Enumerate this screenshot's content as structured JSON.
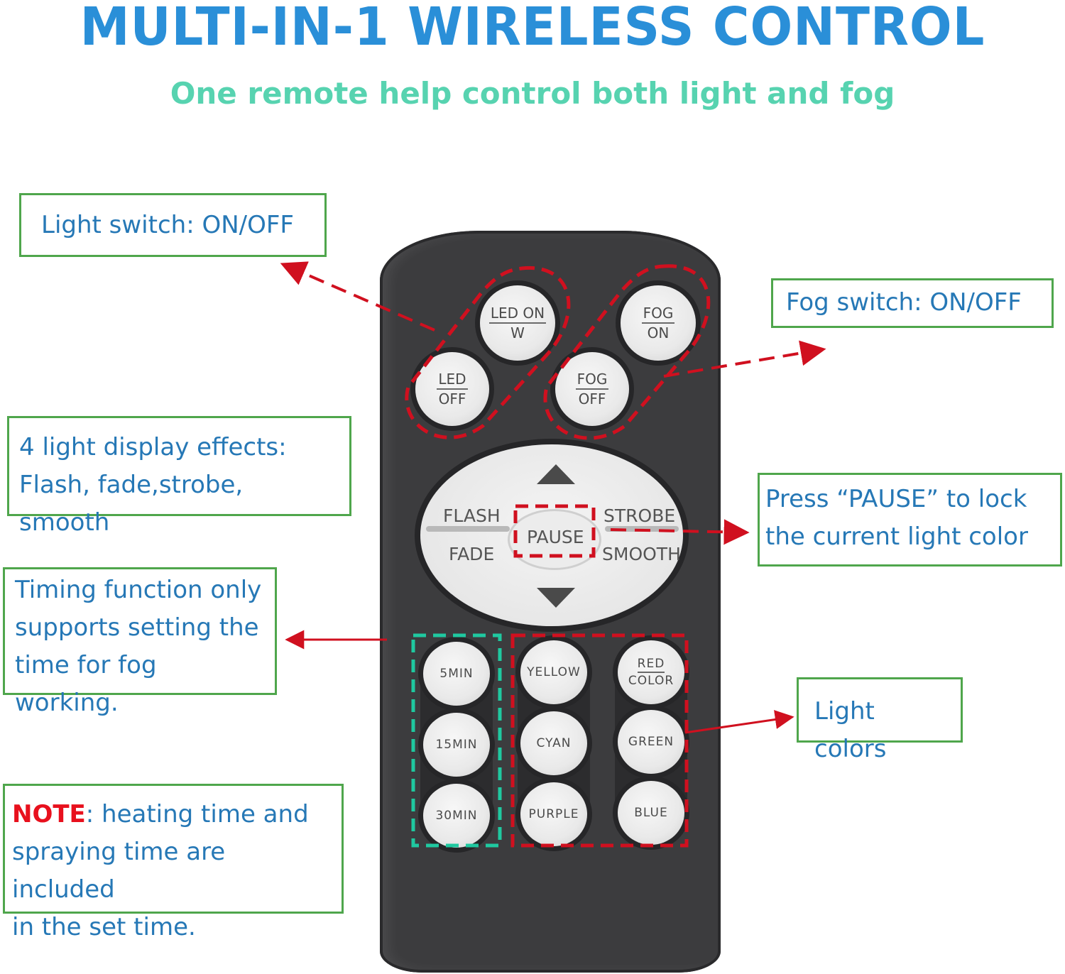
{
  "header": {
    "title": "MULTI-IN-1 WIRELESS CONTROL",
    "subtitle": "One remote help control both light and fog"
  },
  "callouts": {
    "light_switch": "Light switch: ON/OFF",
    "fog_switch": "Fog switch: ON/OFF",
    "effects_line1": "4 light display effects:",
    "effects_line2": "Flash, fade,strobe, smooth",
    "pause_line1": "Press “PAUSE” to lock",
    "pause_line2": "the current light color",
    "timing_line1": "Timing function only",
    "timing_line2": "supports setting the",
    "timing_line3": "time for fog working.",
    "light_colors": "Light colors",
    "note_label": "NOTE",
    "note_line1": ": heating time and",
    "note_line2": "spraying time are included",
    "note_line3": "in the set time."
  },
  "remote": {
    "led_on_top": "LED ON",
    "led_on_bottom": "W",
    "led_off_top": "LED",
    "led_off_bottom": "OFF",
    "fog_on_top": "FOG",
    "fog_on_bottom": "ON",
    "fog_off_top": "FOG",
    "fog_off_bottom": "OFF",
    "flash": "FLASH",
    "fade": "FADE",
    "pause": "PAUSE",
    "strobe": "STROBE",
    "smooth": "SMOOTH",
    "timer_5": "5MIN",
    "timer_15": "15MIN",
    "timer_30": "30MIN",
    "yellow": "YELLOW",
    "cyan": "CYAN",
    "purple": "PURPLE",
    "red_top": "RED",
    "red_bottom": "COLOR",
    "green": "GREEN",
    "blue": "BLUE"
  },
  "colors": {
    "title": "#2A8FD8",
    "subtitle": "#57D3B0",
    "callout_border": "#4FA64C",
    "callout_text": "#2678B6",
    "highlight_red": "#D0101F",
    "highlight_teal": "#1FC9A0",
    "note": "#E8101D"
  }
}
